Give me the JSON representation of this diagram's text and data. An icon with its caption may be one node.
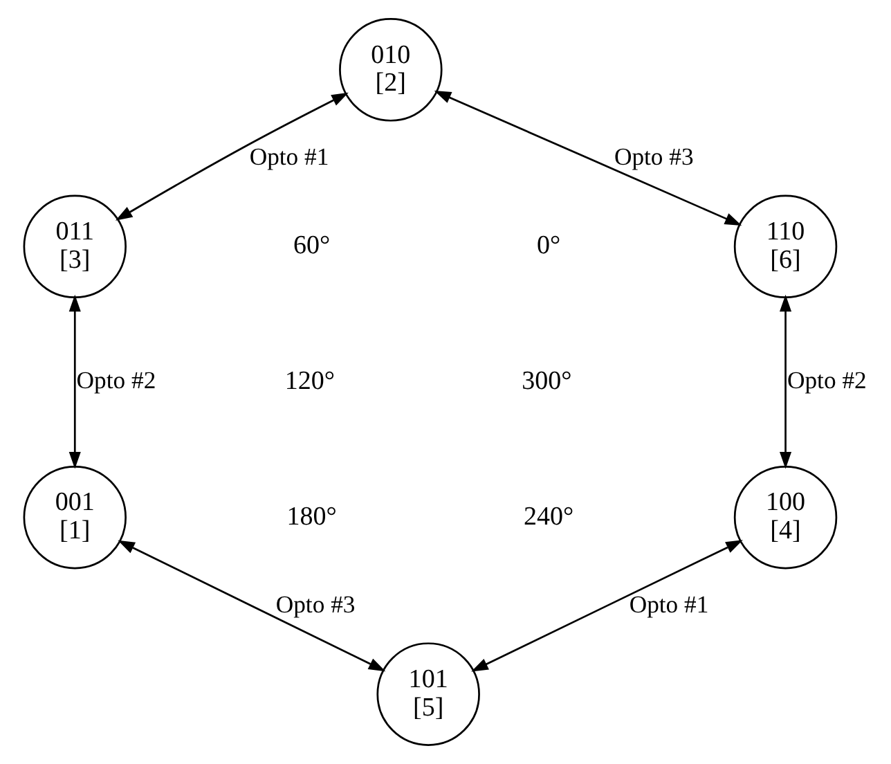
{
  "diagram": {
    "nodes": [
      {
        "text": [
          "010",
          "[2]"
        ]
      },
      {
        "text": [
          "011",
          "[3]"
        ]
      },
      {
        "text": [
          "110",
          "[6]"
        ]
      },
      {
        "text": [
          "001",
          "[1]"
        ]
      },
      {
        "text": [
          "100",
          "[4]"
        ]
      },
      {
        "text": [
          "101",
          "[5]"
        ]
      }
    ],
    "edges": [
      {
        "from": 0,
        "to": 1,
        "arrow": "both",
        "label": "Opto #1"
      },
      {
        "from": 0,
        "to": 2,
        "arrow": "both",
        "label": "Opto #3"
      },
      {
        "from": 1,
        "to": 3,
        "arrow": "both",
        "label": "Opto #2"
      },
      {
        "from": 2,
        "to": 4,
        "arrow": "both",
        "label": "Opto #2"
      },
      {
        "from": 3,
        "to": 5,
        "arrow": "both",
        "label": "Opto #3"
      },
      {
        "from": 4,
        "to": 5,
        "arrow": "both",
        "label": "Opto #1"
      }
    ],
    "labels": [
      "60°",
      "0°",
      "120°",
      "300°",
      "180°",
      "240°"
    ]
  }
}
